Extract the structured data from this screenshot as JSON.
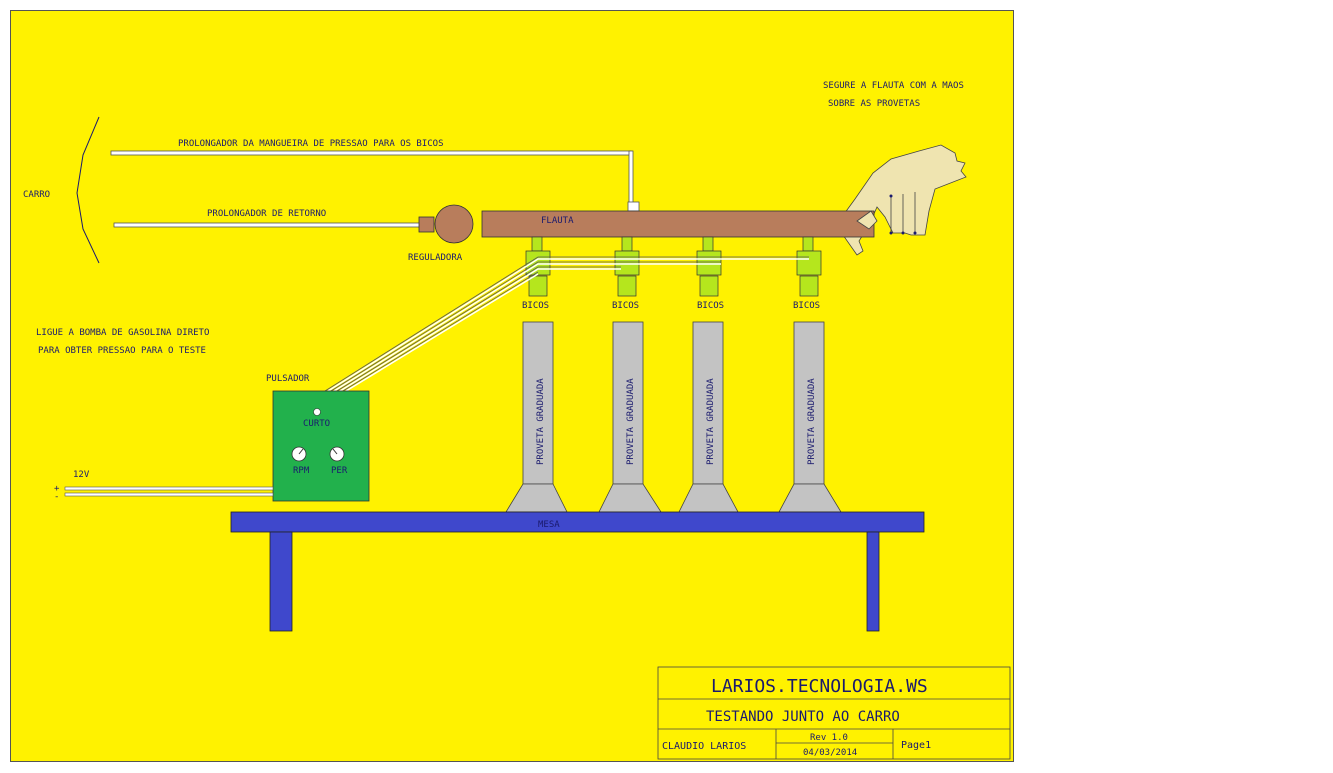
{
  "labels": {
    "carro": "CARRO",
    "prolongador_pressao": "PROLONGADOR DA  MANGUEIRA DE PRESSAO PARA OS BICOS",
    "prolongador_retorno": "PROLONGADOR DE RETORNO",
    "reguladora": "REGULADORA",
    "flauta": "FLAUTA",
    "segure_line1": "SEGURE A FLAUTA COM A MAOS",
    "segure_line2": "SOBRE AS PROVETAS",
    "bicos": [
      "BICOS",
      "BICOS",
      "BICOS",
      "BICOS"
    ],
    "ligue_line1": "LIGUE A BOMBA DE GASOLINA DIRETO",
    "ligue_line2": "PARA OBTER PRESSAO PARA O TESTE",
    "pulsador": "PULSADOR",
    "curto": "CURTO",
    "rpm": "RPM",
    "per": "PER",
    "voltage": "12V",
    "plus": "+",
    "minus": "-",
    "proveta": [
      "PROVETA GRADUADA",
      "PROVETA GRADUADA",
      "PROVETA GRADUADA",
      "PROVETA GRADUADA"
    ],
    "mesa": "MESA"
  },
  "title_block": {
    "company": "LARIOS.TECNOLOGIA.WS",
    "title": "TESTANDO JUNTO AO CARRO",
    "author": "CLAUDIO LARIOS",
    "rev": "Rev 1.0",
    "date": "04/03/2014",
    "page": "Page1"
  },
  "colors": {
    "background": "#fff200",
    "text": "#1a1a6e",
    "flute": "#b87d5c",
    "regulator": "#b87d5c",
    "injector": "#b5e61d",
    "pulser_box": "#22b14c",
    "proveta": "#c3c3c3",
    "table": "#3f48cc",
    "hand": "#efe4b0"
  }
}
